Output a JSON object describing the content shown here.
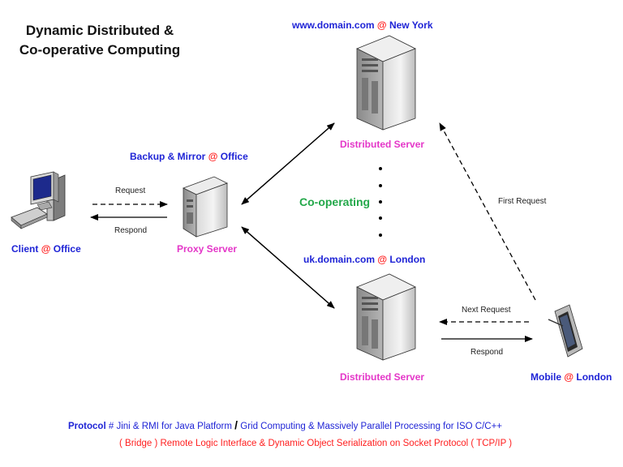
{
  "title_line1": "Dynamic Distributed &",
  "title_line2": "Co-operative Computing",
  "ny": {
    "pre": "www.domain.com",
    "at": "@",
    "post": "New York"
  },
  "ny_server_label": "Distributed Server",
  "backup": {
    "pre": "Backup & Mirror",
    "at": "@",
    "post": "Office"
  },
  "proxy_label": "Proxy Server",
  "client": {
    "pre": "Client",
    "at": "@",
    "post": "Office"
  },
  "request_label": "Request",
  "respond_label": "Respond",
  "cooperating_label": "Co-operating",
  "first_request_label": "First Request",
  "uk": {
    "pre": "uk.domain.com",
    "at": "@",
    "post": "London"
  },
  "london_server_label": "Distributed Server",
  "next_request_label": "Next Request",
  "mobile_respond_label": "Respond",
  "mobile": {
    "pre": "Mobile",
    "at": "@",
    "post": "London"
  },
  "protocol": {
    "keyword": "Protocol",
    "hash": "#",
    "part1": "Jini & RMI for Java Platform",
    "slash": "/",
    "part2": "Grid Computing & Massively Parallel Processing for ISO C/C++"
  },
  "bridge_line": "( Bridge ) Remote Logic Interface & Dynamic Object Serialization on Socket Protocol ( TCP/IP )",
  "colors": {
    "blue": "#1f24d6",
    "magenta": "#e436c8",
    "red": "#ff1f1f",
    "green": "#23a84a"
  },
  "icons": [
    "desktop-computer-icon",
    "proxy-server-icon",
    "tower-server-icon",
    "tower-server-icon",
    "mobile-pda-icon"
  ]
}
